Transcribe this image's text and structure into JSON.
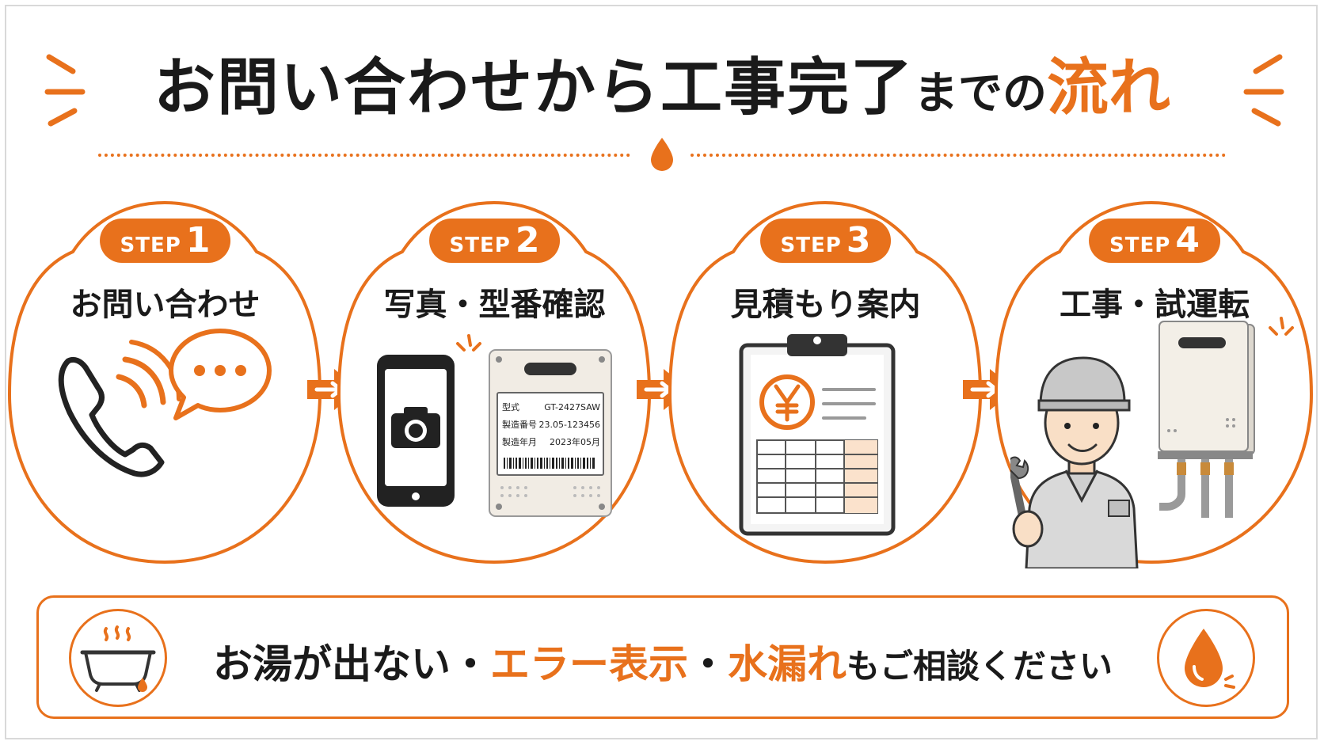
{
  "title": {
    "part1": "お問い合わせから工事完了",
    "part2": "までの",
    "accent": "流れ"
  },
  "colors": {
    "accent": "#e8711c",
    "text": "#1a1a1a"
  },
  "steps": [
    {
      "label": "STEP",
      "number": "1",
      "title": "お問い合わせ",
      "icons": [
        "phone-icon",
        "chat-bubble-icon"
      ]
    },
    {
      "label": "STEP",
      "number": "2",
      "title": "写真・型番確認",
      "icons": [
        "smartphone-camera-icon",
        "model-plate-icon"
      ]
    },
    {
      "label": "STEP",
      "number": "3",
      "title": "見積もり案内",
      "icons": [
        "clipboard-estimate-icon",
        "yen-icon"
      ]
    },
    {
      "label": "STEP",
      "number": "4",
      "title": "工事・試運転",
      "icons": [
        "worker-illustration",
        "water-heater-icon"
      ]
    }
  ],
  "plate": {
    "rows": [
      {
        "key": "型式",
        "value": "GT-2427SAW"
      },
      {
        "key": "製造番号",
        "value": "23.05-123456"
      },
      {
        "key": "製造年月",
        "value": "2023年05月"
      }
    ]
  },
  "bottom": {
    "text1": "お湯が出ない・",
    "accent1": "エラー表示",
    "text2": "・",
    "accent2": "水漏れ",
    "text3": "もご相談ください",
    "icons": [
      "bathtub-icon",
      "water-drop-icon"
    ]
  }
}
